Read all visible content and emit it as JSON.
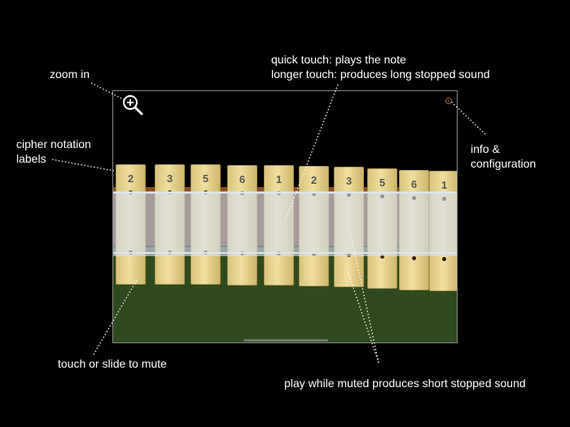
{
  "annotations": {
    "zoom": "zoom in",
    "tap_line1": "quick touch: plays the note",
    "tap_line2": "longer touch: produces long stopped sound",
    "cipher_line1": "cipher notation",
    "cipher_line2": "labels",
    "info_line1": "info &",
    "info_line2": "configuration",
    "mute": "touch or slide to mute",
    "muted_play": "play while muted produces short stopped sound"
  },
  "app": {
    "zoom_button_icon": "zoom-in-icon",
    "info_button_icon": "info-icon",
    "keys": [
      {
        "label": "2"
      },
      {
        "label": "3"
      },
      {
        "label": "5"
      },
      {
        "label": "6"
      },
      {
        "label": "1"
      },
      {
        "label": "2"
      },
      {
        "label": "3"
      },
      {
        "label": "5"
      },
      {
        "label": "6"
      },
      {
        "label": "1"
      }
    ]
  },
  "colors": {
    "background": "#000000",
    "key_wood": "#e8d590",
    "mute_overlay": "#d7e1f0",
    "floor": "#2f4a1e",
    "info_accent": "#a0603a"
  }
}
